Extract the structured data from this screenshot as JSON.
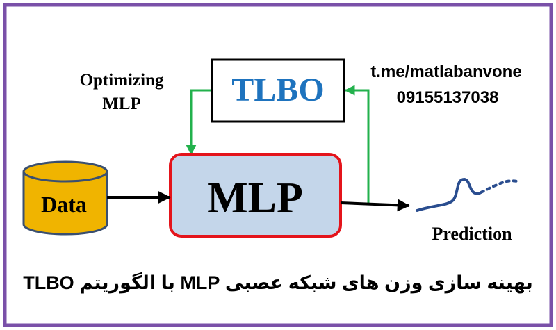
{
  "colors": {
    "frame": "#7a50a8",
    "tlbo_text": "#1e73be",
    "mlp_fill": "#c4d6ea",
    "mlp_border": "#e4141b",
    "data_fill": "#f0b400",
    "data_stroke": "#3a4f70",
    "green_arrow": "#22b14c",
    "black": "#000000",
    "curve": "#2a4d8f"
  },
  "labels": {
    "optimizing_line1": "Optimizing",
    "optimizing_line2": "MLP",
    "tlbo": "TLBO",
    "mlp": "MLP",
    "data": "Data",
    "prediction": "Prediction",
    "contact_link": "t.me/matlabanvone",
    "contact_phone": "09155137038",
    "caption": "بهینه سازی وزن های شبکه عصبی MLP با الگوریتم TLBO"
  }
}
